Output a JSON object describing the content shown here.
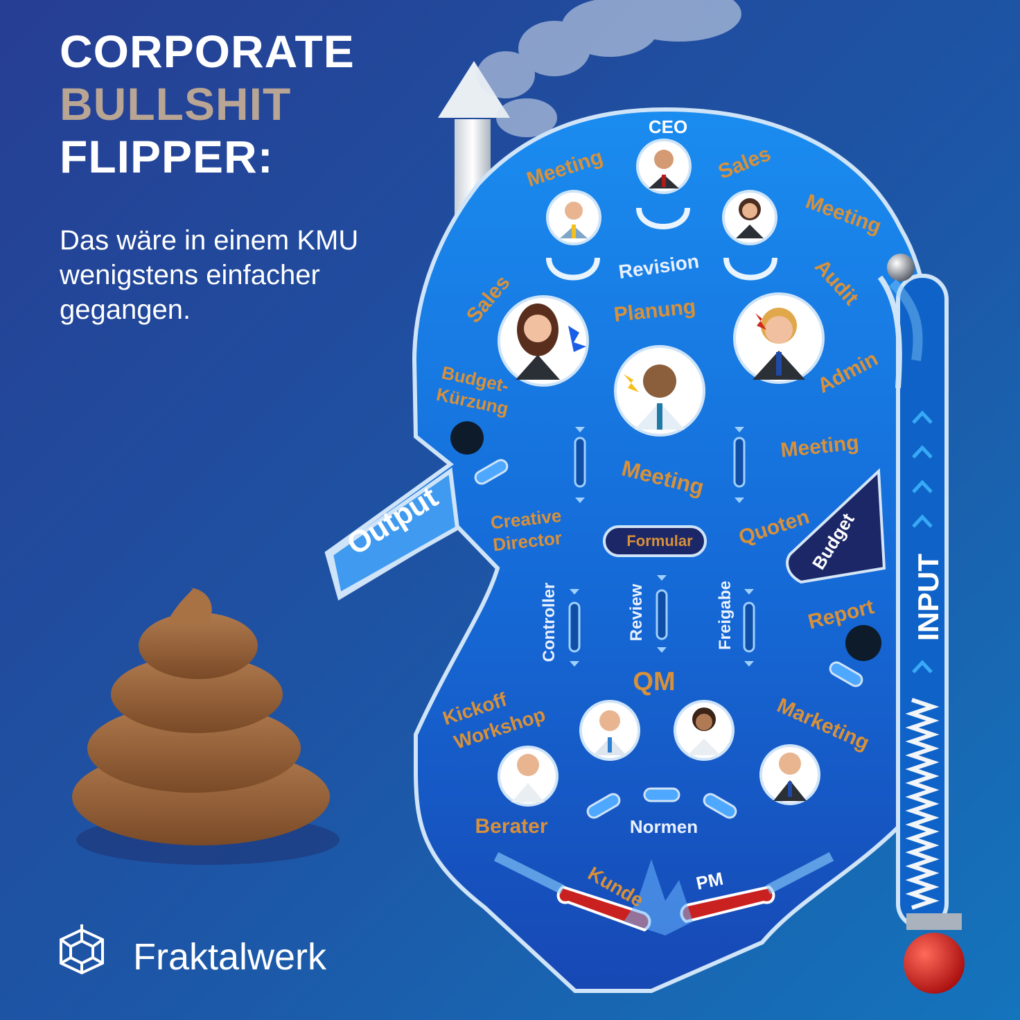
{
  "title": {
    "line1": "CORPORATE",
    "line2": "BULLSHIT",
    "line3": "FLIPPER:"
  },
  "subtitle": {
    "line1": "Das wäre in einem KMU",
    "line2": "wenigstens einfacher",
    "line3": "gegangen."
  },
  "brand": {
    "name": "Fraktalwerk"
  },
  "colors": {
    "title_white": "#ffffff",
    "title_accent": "#b9a594",
    "label_orange": "#d8913a",
    "table_blue": "#1583e6",
    "flipper_red": "#c9211f",
    "dark_navy": "#1b2767"
  },
  "pinball": {
    "input_label": "INPUT",
    "output_label": "Output",
    "ceo_label": "CEO",
    "labels": [
      "Meeting",
      "Sales",
      "Meeting",
      "Revision",
      "Sales",
      "Audit",
      "Planung",
      "Admin",
      "Budget-",
      "Kürzung",
      "Meeting",
      "Meeting",
      "Creative",
      "Director",
      "Quoten",
      "Report",
      "Kickoff",
      "Workshop",
      "Marketing",
      "Berater",
      "Kunde",
      "PM",
      "QM"
    ],
    "lane_labels": [
      "Controller",
      "Review",
      "Freigabe"
    ],
    "bumper_label": "Budget",
    "gate_label": "Formular",
    "bottom_label": "Normen",
    "people": [
      {
        "role": "CEO",
        "icon": "ceo-avatar-icon"
      },
      {
        "role": "Meeting",
        "icon": "man-yellow-tie-avatar-icon"
      },
      {
        "role": "Sales",
        "icon": "businesswoman-avatar-icon"
      },
      {
        "role": "Sales",
        "icon": "stressed-woman-avatar-icon"
      },
      {
        "role": "Planung",
        "icon": "stressed-man-avatar-icon"
      },
      {
        "role": "Admin",
        "icon": "angry-blond-man-avatar-icon"
      },
      {
        "role": "QM",
        "icon": "doctor-avatar-icon"
      },
      {
        "role": "QM",
        "icon": "woman-avatar-icon"
      },
      {
        "role": "Berater",
        "icon": "consultant-avatar-icon"
      },
      {
        "role": "Marketing",
        "icon": "suit-man-avatar-icon"
      }
    ],
    "decor_icons": [
      "poop-icon",
      "steel-ball-icon",
      "plunger-knob-icon",
      "chimney-icon",
      "smoke-icon"
    ]
  }
}
